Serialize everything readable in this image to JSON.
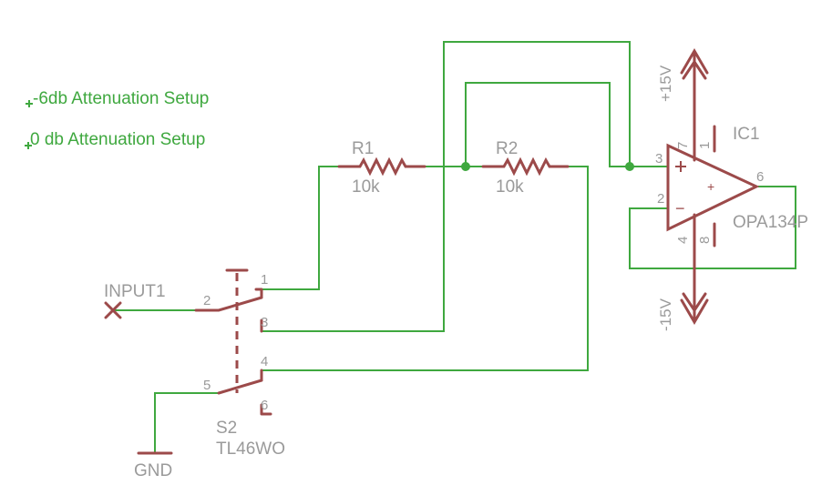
{
  "notes": {
    "line1": "-6db Attenuation Setup",
    "line2": "0 db Attenuation Setup"
  },
  "components": {
    "r1": {
      "name": "R1",
      "value": "10k"
    },
    "r2": {
      "name": "R2",
      "value": "10k"
    },
    "ic1": {
      "name": "IC1",
      "value": "OPA134P",
      "plus_sign": "+",
      "output_sign": "+",
      "minus_sign": "−"
    },
    "s2": {
      "name": "S2",
      "value": "TL46WO"
    },
    "input": {
      "name": "INPUT1"
    },
    "gnd": {
      "name": "GND"
    },
    "pos_supply": {
      "name": "+15V"
    },
    "neg_supply": {
      "name": "-15V"
    }
  },
  "pins": {
    "ic1": {
      "p3": "3",
      "p2": "2",
      "p6": "6",
      "p7": "7",
      "p1": "1",
      "p4": "4",
      "p8": "8"
    },
    "s2": {
      "p1": "1",
      "p2": "2",
      "p3": "3",
      "p4": "4",
      "p5": "5",
      "p6": "6"
    }
  },
  "colors": {
    "wire": "#3fa83f",
    "part": "#9c4a4a",
    "label": "#9a9a9a",
    "note": "#3fa83f"
  }
}
